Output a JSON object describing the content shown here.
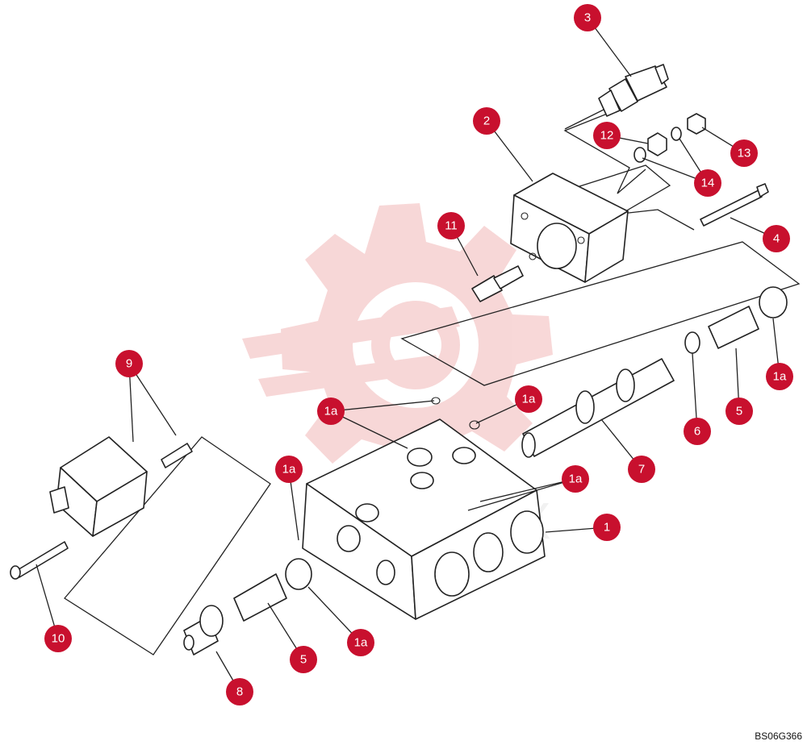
{
  "callout_color": "#c8102e",
  "watermark_color": "#f2b8b8",
  "callouts": [
    {
      "id": "c-3",
      "label": "3"
    },
    {
      "id": "c-2",
      "label": "2"
    },
    {
      "id": "c-12",
      "label": "12"
    },
    {
      "id": "c-13",
      "label": "13"
    },
    {
      "id": "c-14",
      "label": "14"
    },
    {
      "id": "c-4",
      "label": "4"
    },
    {
      "id": "c-11",
      "label": "11"
    },
    {
      "id": "c-1a-right",
      "label": "1a"
    },
    {
      "id": "c-9",
      "label": "9"
    },
    {
      "id": "c-1a-top-left",
      "label": "1a"
    },
    {
      "id": "c-1a-top-right",
      "label": "1a"
    },
    {
      "id": "c-6",
      "label": "6"
    },
    {
      "id": "c-5-right",
      "label": "5"
    },
    {
      "id": "c-7",
      "label": "7"
    },
    {
      "id": "c-1a-left",
      "label": "1a"
    },
    {
      "id": "c-1a-mid",
      "label": "1a"
    },
    {
      "id": "c-1",
      "label": "1"
    },
    {
      "id": "c-10",
      "label": "10"
    },
    {
      "id": "c-5-left",
      "label": "5"
    },
    {
      "id": "c-1a-bottom",
      "label": "1a"
    },
    {
      "id": "c-8",
      "label": "8"
    }
  ],
  "drawing_code": "BS06G366"
}
